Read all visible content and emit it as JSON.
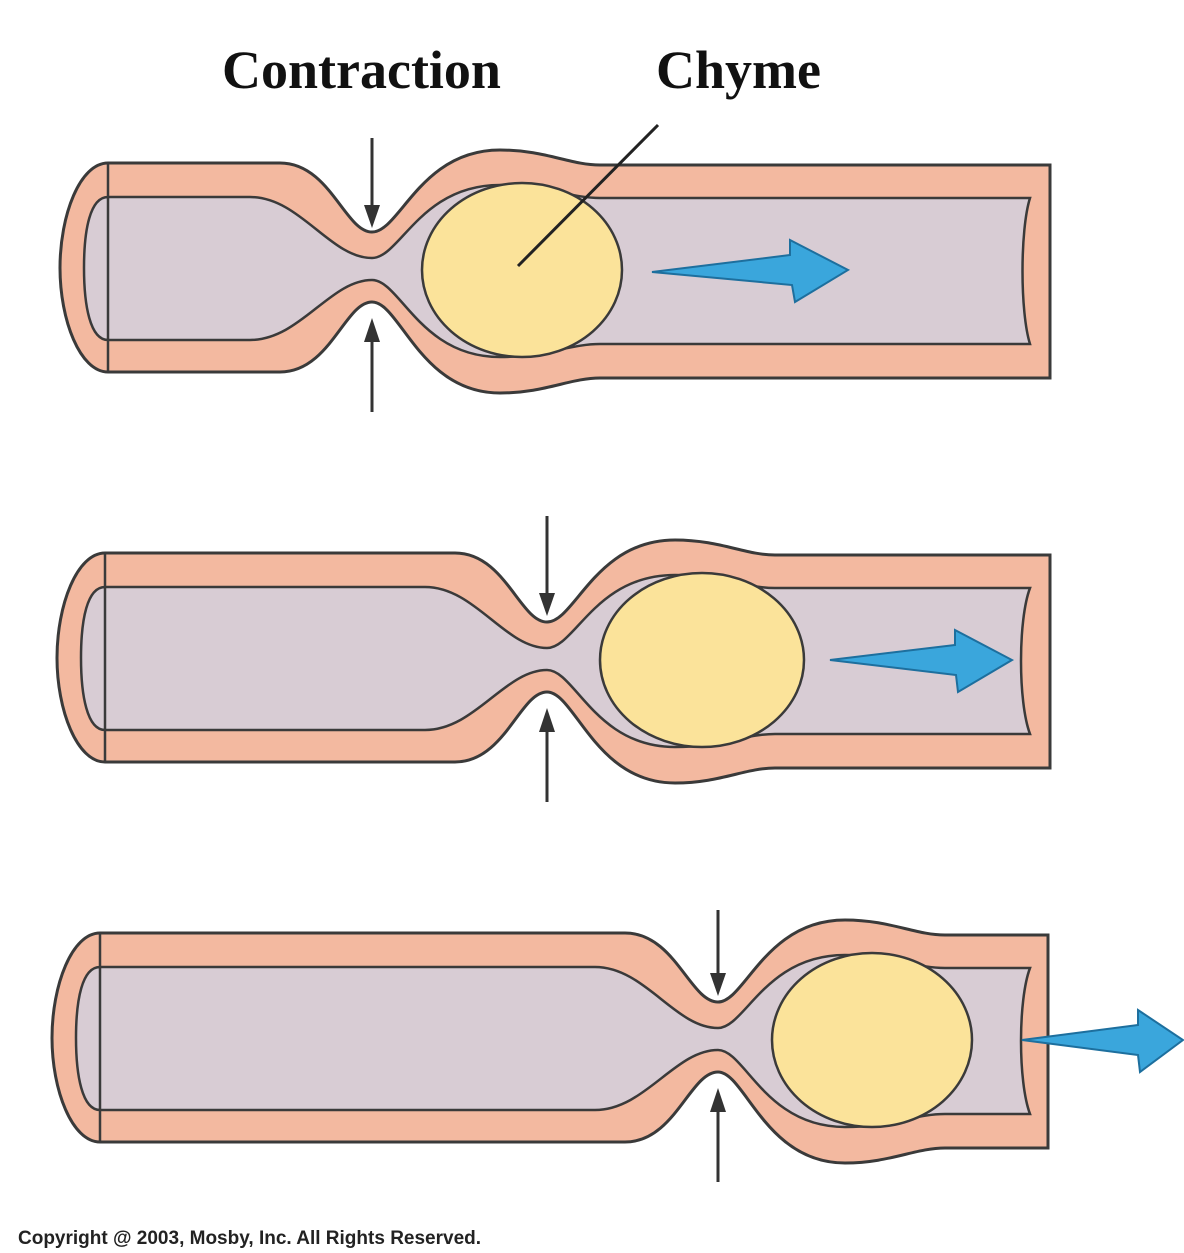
{
  "labels": {
    "contraction": "Contraction",
    "chyme": "Chyme"
  },
  "copyright": "Copyright @ 2003, Mosby, Inc. All Rights Reserved.",
  "colors": {
    "wall": "#f3b9a0",
    "wall_outline": "#3a3a3a",
    "lumen": "#d8ccd4",
    "bolus": "#fbe39a",
    "arrow": "#3aa6dc",
    "arrow_outline": "#1d6f9e",
    "text": "#111111"
  }
}
